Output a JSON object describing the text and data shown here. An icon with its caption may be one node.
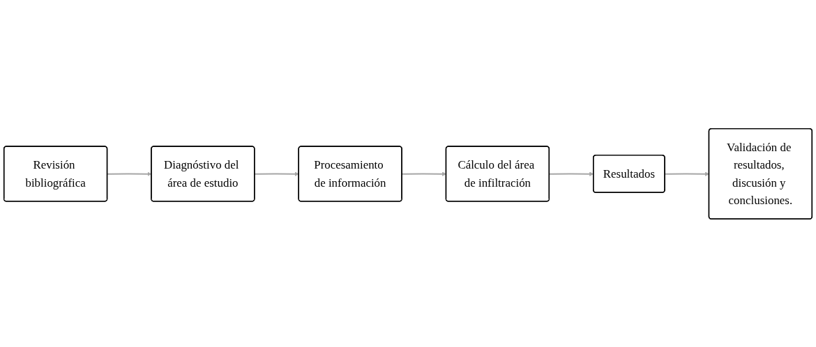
{
  "diagram": {
    "nodes": [
      {
        "text": [
          "Revisión bibliográfica"
        ]
      },
      {
        "text": [
          "Diagnóstivo del área de estudio"
        ]
      },
      {
        "text": [
          "Procesamiento de información"
        ]
      },
      {
        "text": [
          "Cálculo del área de infiltración"
        ]
      },
      {
        "text": [
          "Resultados"
        ]
      },
      {
        "text": [
          "Validación de resultados, discusión y conclusiones."
        ]
      }
    ],
    "edges": [
      {
        "from": 0,
        "to": 1,
        "arrow": "to"
      },
      {
        "from": 1,
        "to": 2,
        "arrow": "to"
      },
      {
        "from": 2,
        "to": 3,
        "arrow": "to"
      },
      {
        "from": 3,
        "to": 4,
        "arrow": "to"
      },
      {
        "from": 4,
        "to": 5,
        "arrow": "to"
      }
    ]
  }
}
